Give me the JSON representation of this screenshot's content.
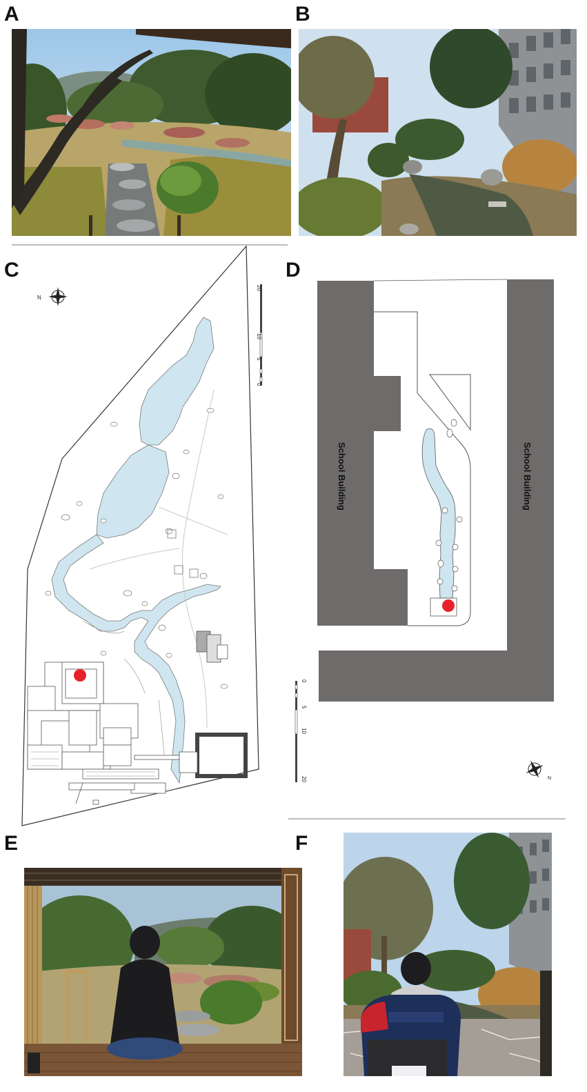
{
  "panels": {
    "a": {
      "letter": "A"
    },
    "b": {
      "letter": "B"
    },
    "c": {
      "letter": "C"
    },
    "d": {
      "letter": "D"
    },
    "e": {
      "letter": "E"
    },
    "f": {
      "letter": "F"
    }
  },
  "map_c": {
    "compass_north": "N",
    "scale_labels": [
      "20",
      "10",
      "5",
      "0"
    ]
  },
  "map_d": {
    "building_left": "School Building",
    "building_right": "School Building",
    "compass_north": "N",
    "scale_labels": [
      "0",
      "5",
      "10",
      "20"
    ]
  },
  "colors": {
    "water": "#cfe6f0",
    "building": "#6e6b6b",
    "marker": "#e8222a",
    "line": "#333333"
  }
}
